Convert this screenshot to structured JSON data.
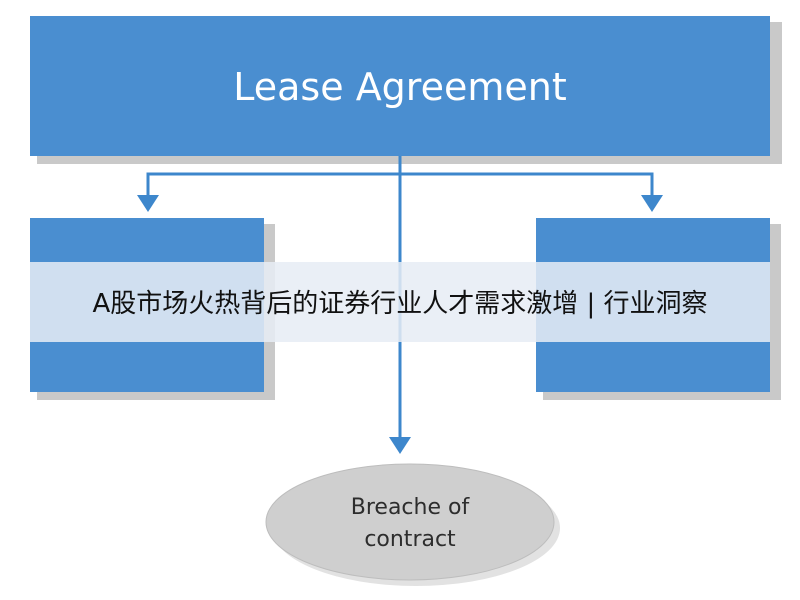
{
  "diagram": {
    "root": {
      "label": "Lease Agreement"
    },
    "children": [
      {
        "label": ""
      },
      {
        "label": ""
      }
    ],
    "outcome": {
      "line1": "Breache of",
      "line2": "contract"
    }
  },
  "overlay": {
    "caption": "A股市场火热背后的证券行业人才需求激增 | 行业洞察"
  },
  "colors": {
    "box": "#4a8ed0",
    "connector": "#3d87cc",
    "oval": "#cfcfcf",
    "band": "#e6ecf5"
  }
}
